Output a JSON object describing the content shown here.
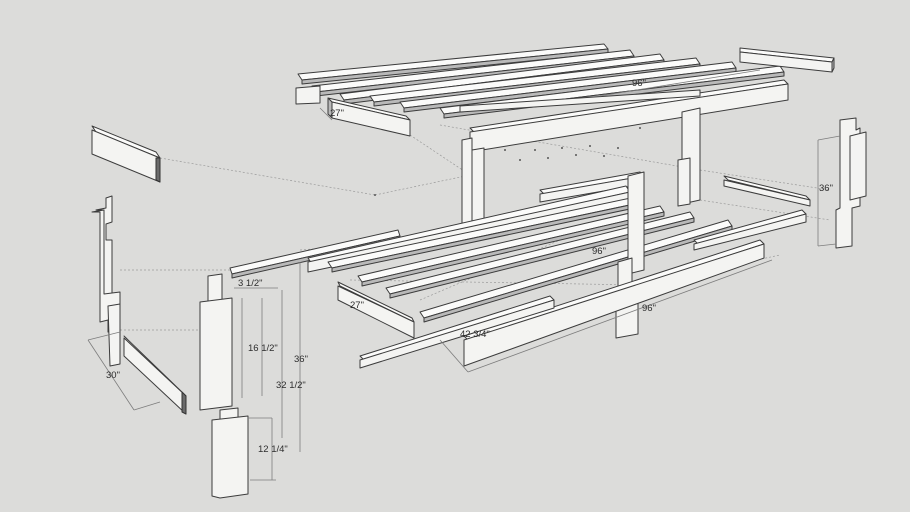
{
  "dimensions": {
    "rack_top_length": "96\"",
    "rack_top_depth": "27\"",
    "rack_right_post_height": "36\"",
    "shelf_length": "96\"",
    "bottom_rail_length": "96\"",
    "shelf_depth": "27\"",
    "bottom_board_length": "42 3/4\"",
    "foot_depth": "30\"",
    "post_top_tenon": "3 1/2\"",
    "post_upper_section": "16 1/2\"",
    "post_to_shelf": "32 1/2\"",
    "post_height": "36\"",
    "post_lower_section": "12 1/4\""
  }
}
